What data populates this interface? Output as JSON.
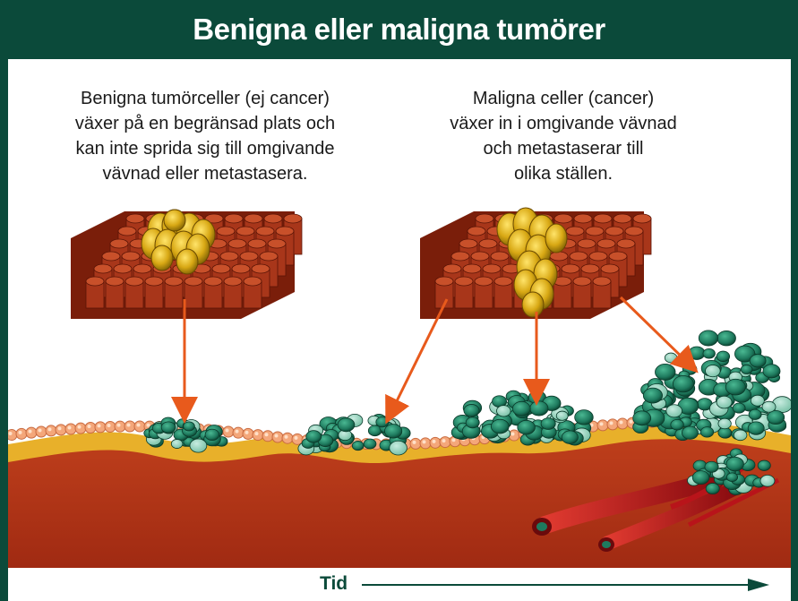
{
  "title": "Benigna eller maligna tumörer",
  "benign_caption": [
    "Benigna tumörceller (ej cancer)",
    "växer på en begränsad plats och",
    "kan inte sprida sig till omgivande",
    "vävnad eller metastasera."
  ],
  "malignant_caption": [
    "Maligna celler (cancer)",
    "växer in i omgivande vävnad",
    "och metastaserar till",
    "olika ställen."
  ],
  "time_label": "Tid",
  "colors": {
    "frame": "#0b4a3a",
    "tissue_cell": "#a8361a",
    "tumor_cell": "#d8a814",
    "cancer_cell": "#1e7a5e",
    "arrow": "#e85a1c",
    "blood_vessel": "#b8141a"
  }
}
